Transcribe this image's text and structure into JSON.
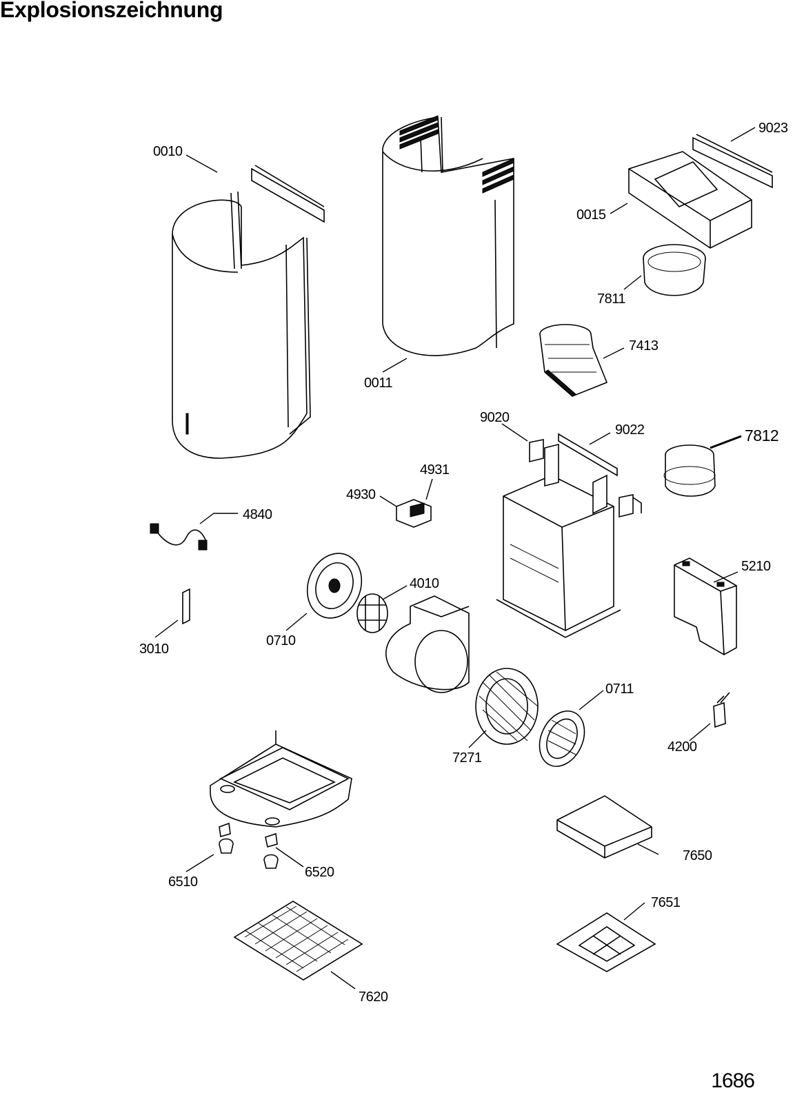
{
  "title": "Explosionszeichnung",
  "page_number": "1686",
  "parts": [
    {
      "id": "p0010",
      "label": "0010",
      "icon": "chimney-cover-lower"
    },
    {
      "id": "p0011",
      "label": "0011",
      "icon": "chimney-cover-upper"
    },
    {
      "id": "p9023",
      "label": "9023",
      "icon": "mounting-rail"
    },
    {
      "id": "p0015",
      "label": "0015",
      "icon": "duct-adapter"
    },
    {
      "id": "p7811",
      "label": "7811",
      "icon": "ring-collar"
    },
    {
      "id": "p7413",
      "label": "7413",
      "icon": "air-diverter"
    },
    {
      "id": "p9020",
      "label": "9020",
      "icon": "bracket"
    },
    {
      "id": "p9022",
      "label": "9022",
      "icon": "mounting-rail"
    },
    {
      "id": "p7812",
      "label": "7812",
      "icon": "ring-collar"
    },
    {
      "id": "p4931",
      "label": "4931",
      "icon": "switch"
    },
    {
      "id": "p4930",
      "label": "4930",
      "icon": "switch-bracket"
    },
    {
      "id": "p4840",
      "label": "4840",
      "icon": "cable-harness"
    },
    {
      "id": "p5210",
      "label": "5210",
      "icon": "control-box"
    },
    {
      "id": "p4010",
      "label": "4010",
      "icon": "motor"
    },
    {
      "id": "p0710",
      "label": "0710",
      "icon": "fan-cover"
    },
    {
      "id": "p3010",
      "label": "3010",
      "icon": "push-button"
    },
    {
      "id": "p0711",
      "label": "0711",
      "icon": "fan-cover"
    },
    {
      "id": "p7271",
      "label": "7271",
      "icon": "impeller"
    },
    {
      "id": "p4200",
      "label": "4200",
      "icon": "capacitor"
    },
    {
      "id": "p7650",
      "label": "7650",
      "icon": "carbon-filter"
    },
    {
      "id": "p6510",
      "label": "6510",
      "icon": "lamp-holder"
    },
    {
      "id": "p6520",
      "label": "6520",
      "icon": "lamp-holder"
    },
    {
      "id": "p7651",
      "label": "7651",
      "icon": "filter-frame"
    },
    {
      "id": "p7620",
      "label": "7620",
      "icon": "grease-filter"
    }
  ]
}
